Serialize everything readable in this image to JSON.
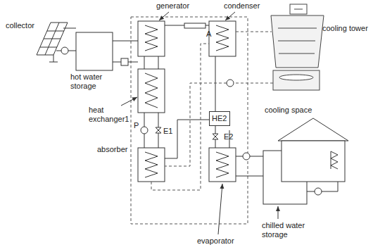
{
  "diagram": {
    "nodes": [
      {
        "text": [
          "HE2"
        ]
      }
    ],
    "labels": [
      "generator",
      "condenser",
      "collector",
      "cooling tower",
      "hot water storage",
      "A",
      "heat exchanger1",
      "cooling space",
      "P",
      "E1",
      "E2",
      "absorber",
      "evaporator",
      "chilled water storage"
    ]
  }
}
